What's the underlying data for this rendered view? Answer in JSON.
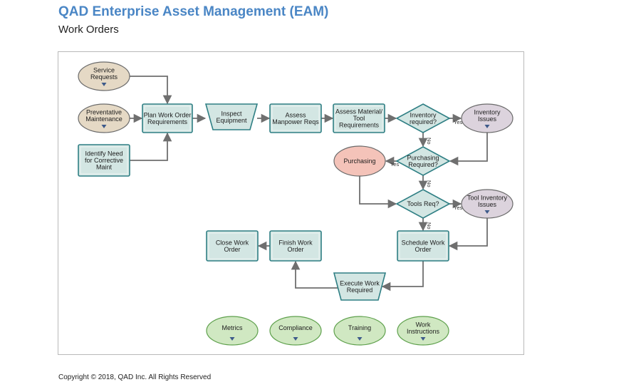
{
  "header": {
    "title": "QAD Enterprise Asset Management (EAM)",
    "subtitle": "Work Orders"
  },
  "footer": {
    "copyright": "Copyright © 2018, QAD Inc. All Rights Reserved"
  },
  "colors": {
    "process_fill": "#d3e6e3",
    "process_stroke": "#2f7f84",
    "input_fill": "#e5d9c5",
    "inventory_fill": "#dcd3dd",
    "purchasing_fill": "#f4c3b9",
    "resource_fill": "#d0e8c2",
    "resource_stroke": "#5ea04c",
    "connector": "#6f6f6f"
  },
  "nodes": {
    "service_requests": {
      "lines": [
        "Service",
        "Requests"
      ]
    },
    "preventative_maintenance": {
      "lines": [
        "Preventative",
        "Maintenance"
      ]
    },
    "identify_need": {
      "lines": [
        "Identify Need",
        "for Corrective",
        "Maint"
      ]
    },
    "plan_work_order": {
      "lines": [
        "Plan Work Order",
        "Requirements"
      ]
    },
    "inspect_equipment": {
      "lines": [
        "Inspect",
        "Equipment"
      ]
    },
    "assess_manpower": {
      "lines": [
        "Assess",
        "Manpower Reqs"
      ]
    },
    "assess_material": {
      "lines": [
        "Assess Material/",
        "Tool",
        "Requirements"
      ]
    },
    "inventory_required": {
      "lines": [
        "Inventory",
        "required?"
      ]
    },
    "inventory_issues": {
      "lines": [
        "Inventory",
        "Issues"
      ]
    },
    "purchasing_required": {
      "lines": [
        "Purchasing",
        "Required?"
      ]
    },
    "purchasing": {
      "lines": [
        "Purchasing"
      ]
    },
    "tools_req": {
      "lines": [
        "Tools Req?"
      ]
    },
    "tool_inventory_issues": {
      "lines": [
        "Tool Inventory",
        "Issues"
      ]
    },
    "schedule_work_order": {
      "lines": [
        "Schedule Work",
        "Order"
      ]
    },
    "execute_work": {
      "lines": [
        "Execute Work",
        "Required"
      ]
    },
    "finish_work_order": {
      "lines": [
        "Finish Work",
        "Order"
      ]
    },
    "close_work_order": {
      "lines": [
        "Close Work",
        "Order"
      ]
    },
    "metrics": {
      "lines": [
        "Metrics"
      ]
    },
    "compliance": {
      "lines": [
        "Compliance"
      ]
    },
    "training": {
      "lines": [
        "Training"
      ]
    },
    "work_instructions": {
      "lines": [
        "Work",
        "Instructions"
      ]
    }
  },
  "labels": {
    "yes": "Yes",
    "no": "No"
  }
}
